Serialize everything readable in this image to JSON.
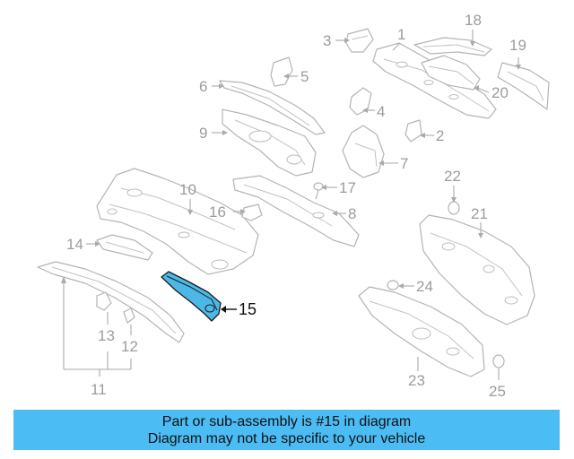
{
  "callouts": {
    "c1": "1",
    "c2": "2",
    "c3": "3",
    "c4": "4",
    "c5": "5",
    "c6": "6",
    "c7": "7",
    "c8": "8",
    "c9": "9",
    "c10": "10",
    "c11": "11",
    "c12": "12",
    "c13": "13",
    "c14": "14",
    "c15": "15",
    "c16": "16",
    "c17": "17",
    "c18": "18",
    "c19": "19",
    "c20": "20",
    "c21": "21",
    "c22": "22",
    "c23": "23",
    "c24": "24",
    "c25": "25"
  },
  "highlighted_part": "15",
  "colors": {
    "highlight_fill": "#4cb8e8",
    "banner_background": "#4cbcf4",
    "line_gray": "#b4b4b4"
  },
  "banner": {
    "line1": "Part or sub-assembly is #15 in diagram",
    "line2": "Diagram may not be specific to your vehicle"
  }
}
